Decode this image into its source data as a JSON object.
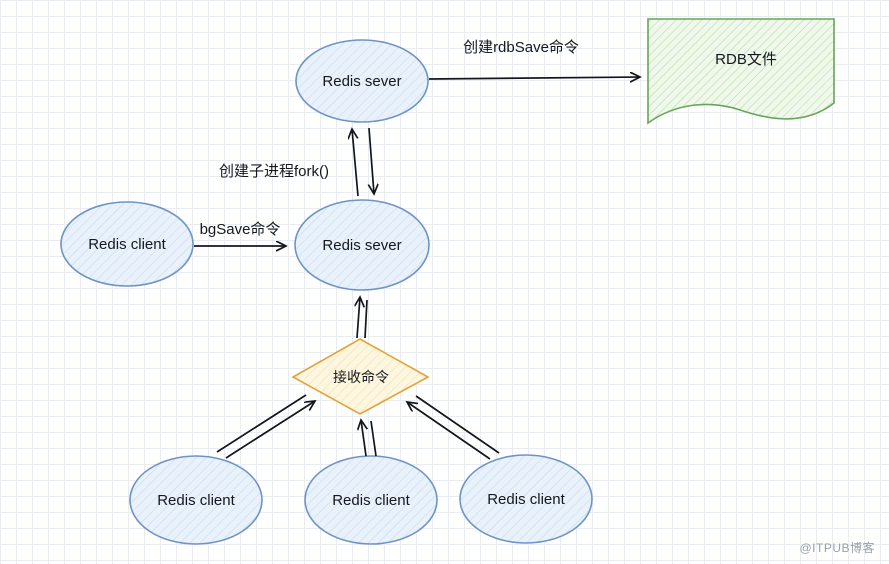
{
  "nodes": {
    "server_top": "Redis sever",
    "server_mid": "Redis sever",
    "client_left": "Redis client",
    "client_bottom_1": "Redis client",
    "client_bottom_2": "Redis client",
    "client_bottom_3": "Redis client",
    "decision": "接收命令",
    "rdb_file": "RDB文件"
  },
  "edges": {
    "create_rdbsave": "创建rdbSave命令",
    "fork": "创建子进程fork()",
    "bgsave": "bgSave命令"
  },
  "colors": {
    "node_stroke": "#6f94c4",
    "node_fill": "#e6eff9",
    "decision_stroke": "#e2a23c",
    "decision_fill": "#fdf5dc",
    "file_stroke": "#67a559",
    "file_fill": "#edf6e8",
    "arrow": "#14161a",
    "grid": "#e9edf2",
    "watermark_text": "#9aa0a6"
  },
  "watermark": "@ITPUB博客"
}
